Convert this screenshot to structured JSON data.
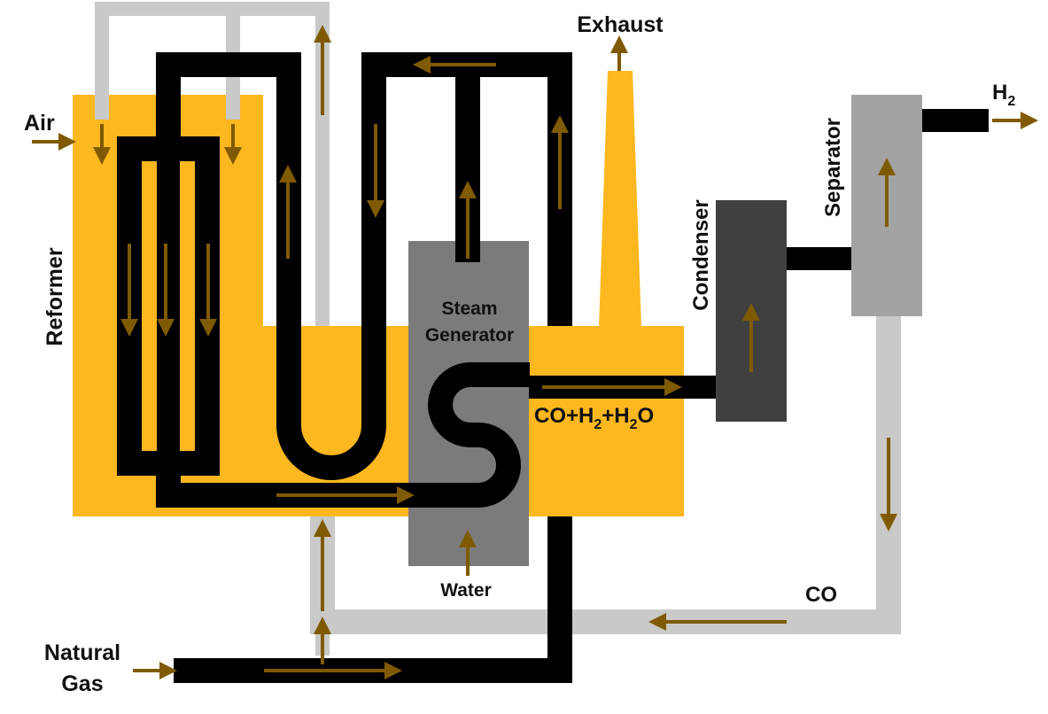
{
  "labels": {
    "exhaust": "Exhaust",
    "air": "Air",
    "reformer": "Reformer",
    "steam_generator_line1": "Steam",
    "steam_generator_line2": "Generator",
    "water": "Water",
    "natural_gas_line1": "Natural",
    "natural_gas_line2": "Gas",
    "condenser": "Condenser",
    "separator": "Separator",
    "h2_base": "H",
    "h2_sub": "2",
    "co": "CO",
    "mix_co": "CO+H",
    "mix_sub1": "2",
    "mix_plus_h": "+H",
    "mix_sub2": "2",
    "mix_o": "O"
  },
  "colors": {
    "reformer_fill": "#FDB71F",
    "pipe_black": "#000000",
    "pipe_gray": "#C9C9C7",
    "steam_generator": "#7B7B7B",
    "condenser": "#404040",
    "separator": "#A3A3A3",
    "arrow": "#7F5A00"
  }
}
